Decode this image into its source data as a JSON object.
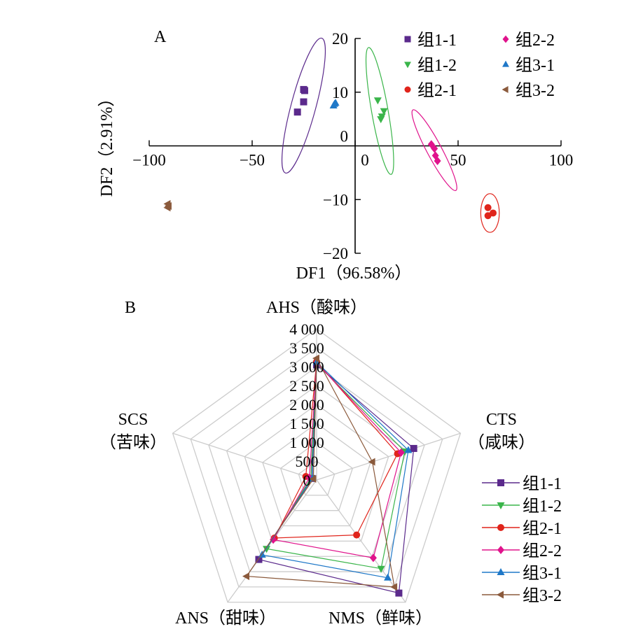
{
  "panel_a_label": "A",
  "panel_b_label": "B",
  "chart_data": [
    {
      "type": "scatter",
      "xlabel": "DF1（96.58%）",
      "ylabel": "DF2（2.91%）",
      "xlim": [
        -100,
        100
      ],
      "ylim": [
        -20,
        20
      ],
      "xticks": [
        -100,
        -50,
        0,
        50,
        100
      ],
      "xtick_labels": [
        "−100",
        "−50",
        "0",
        "50",
        "100"
      ],
      "yticks": [
        20,
        10,
        0,
        -10,
        -20
      ],
      "ytick_labels": [
        "20",
        "10",
        "0",
        "−10",
        "−20"
      ],
      "legend_position": "top-right",
      "series": [
        {
          "name": "组1-1",
          "color": "#5b2a8c",
          "marker": "square",
          "points": [
            [
              -25,
              10.5
            ],
            [
              -24.5,
              10.3
            ],
            [
              -25,
              8.2
            ],
            [
              -28,
              6.3
            ]
          ],
          "ellipse": {
            "cx": -25,
            "cy": 7.5,
            "rx": 6,
            "ry": 13,
            "angle": 15
          }
        },
        {
          "name": "组1-2",
          "color": "#3ab54a",
          "marker": "triangle-down",
          "points": [
            [
              11,
              8.5
            ],
            [
              14,
              6.5
            ],
            [
              13,
              5.5
            ],
            [
              12.5,
              5
            ]
          ],
          "ellipse": {
            "cx": 12,
            "cy": 6.5,
            "rx": 4,
            "ry": 12,
            "angle": -10
          }
        },
        {
          "name": "组2-1",
          "color": "#e0241b",
          "marker": "circle",
          "points": [
            [
              64.5,
              -11.5
            ],
            [
              64.5,
              -13
            ],
            [
              67,
              -12.5
            ]
          ],
          "ellipse": {
            "cx": 65.5,
            "cy": -12.5,
            "rx": 4.5,
            "ry": 3.6,
            "angle": 0
          }
        },
        {
          "name": "组2-2",
          "color": "#e0138c",
          "marker": "diamond",
          "points": [
            [
              37,
              0.3
            ],
            [
              38.5,
              -0.5
            ],
            [
              39,
              -1.8
            ],
            [
              40,
              -2.8
            ]
          ],
          "ellipse": {
            "cx": 38.5,
            "cy": -0.8,
            "rx": 3.6,
            "ry": 8.5,
            "angle": -28
          }
        },
        {
          "name": "组3-1",
          "color": "#1f78c8",
          "marker": "triangle-up",
          "points": [
            [
              -10.5,
              7.5
            ],
            [
              -9.5,
              8
            ],
            [
              -10,
              7.8
            ]
          ],
          "ellipse": null
        },
        {
          "name": "组3-2",
          "color": "#8b5a3c",
          "marker": "triangle-left",
          "points": [
            [
              -91,
              -10.8
            ],
            [
              -91,
              -11.5
            ],
            [
              -90.5,
              -11.2
            ]
          ],
          "ellipse": null
        }
      ]
    },
    {
      "type": "radar",
      "categories": [
        "AHS（酸味）",
        "CTS",
        "NMS（鲜味）",
        "ANS（甜味）",
        "SCS"
      ],
      "category_sublabels": [
        "",
        "（咸味）",
        "",
        "",
        "（苦味）"
      ],
      "rmax": 4000,
      "ticks": [
        0,
        500,
        1000,
        1500,
        2000,
        2500,
        3000,
        3500,
        4000
      ],
      "tick_labels": [
        "0",
        "500",
        "1 000",
        "1 500",
        "2 000",
        "2 500",
        "3 000",
        "3 500",
        "4 000"
      ],
      "legend_position": "right",
      "series": [
        {
          "name": "组1-1",
          "color": "#5b2a8c",
          "marker": "square",
          "values": [
            3050,
            2700,
            3700,
            2600,
            130
          ]
        },
        {
          "name": "组1-2",
          "color": "#3ab54a",
          "marker": "triangle-down",
          "values": [
            3080,
            2450,
            2900,
            2250,
            160
          ]
        },
        {
          "name": "组2-1",
          "color": "#e0241b",
          "marker": "circle",
          "values": [
            3130,
            2250,
            1800,
            1900,
            300
          ]
        },
        {
          "name": "组2-2",
          "color": "#e0138c",
          "marker": "diamond",
          "values": [
            3100,
            2350,
            2550,
            1950,
            200
          ]
        },
        {
          "name": "组3-1",
          "color": "#1f78c8",
          "marker": "triangle-up",
          "values": [
            3120,
            2550,
            3200,
            2450,
            120
          ]
        },
        {
          "name": "组3-2",
          "color": "#8b5a3c",
          "marker": "triangle-left",
          "values": [
            3220,
            1550,
            3500,
            3150,
            90
          ]
        }
      ]
    }
  ]
}
